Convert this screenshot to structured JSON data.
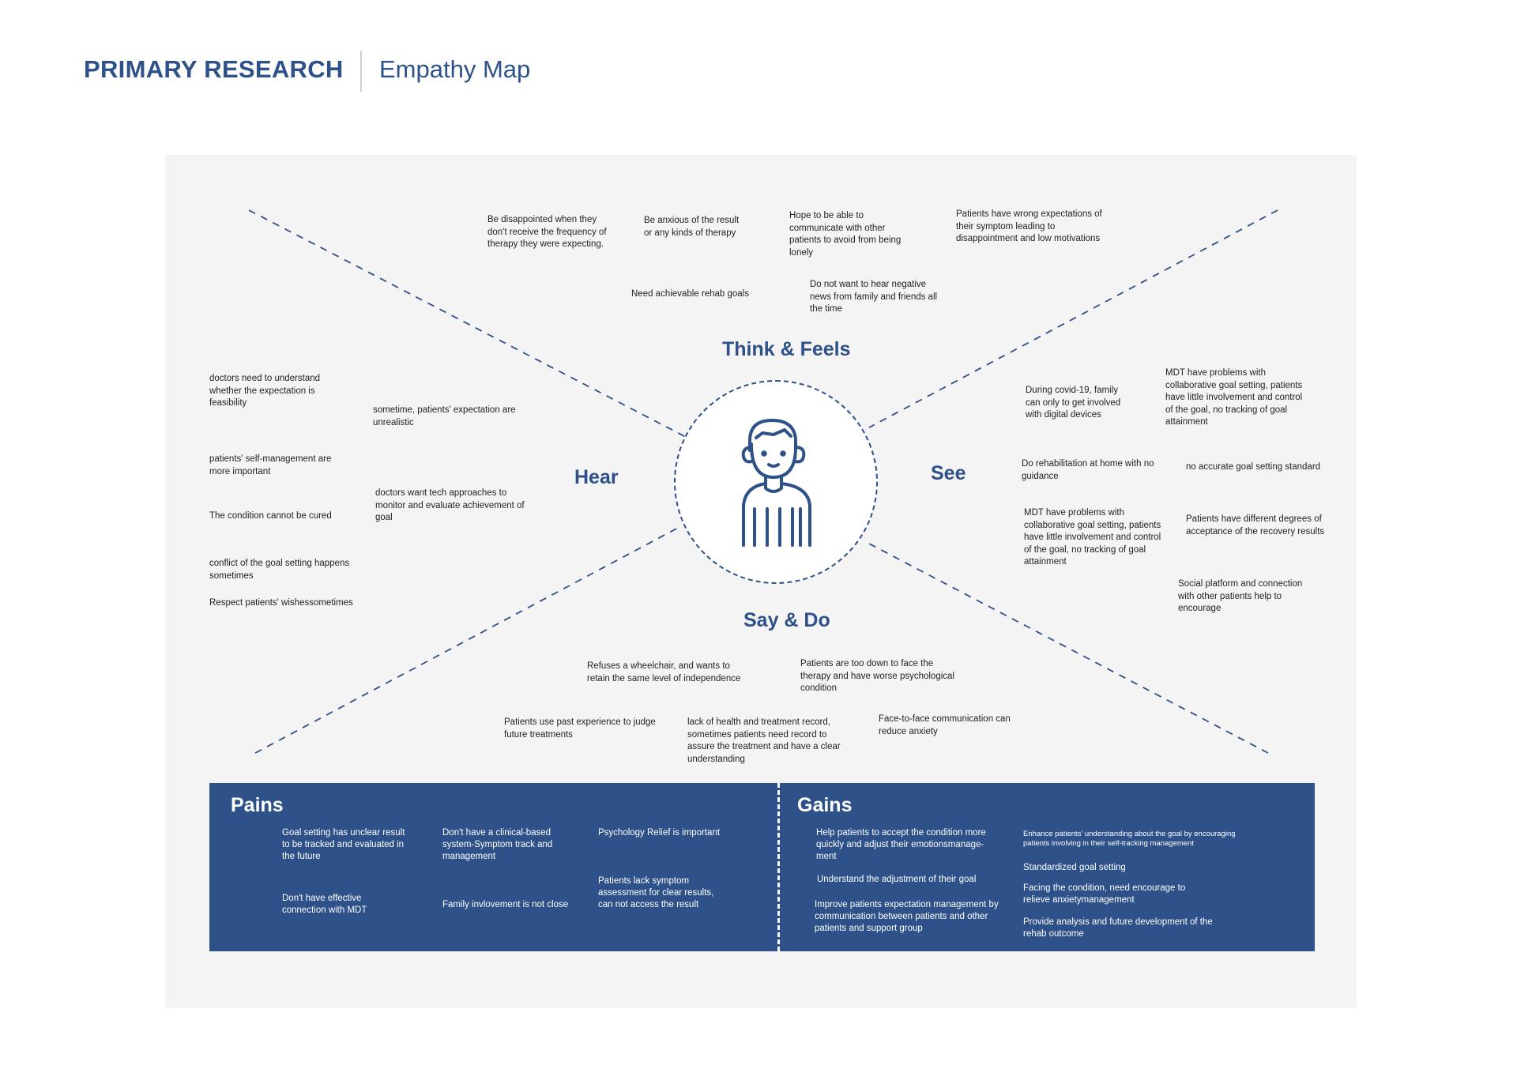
{
  "header": {
    "title": "PRIMARY RESEARCH",
    "subtitle": "Empathy Map"
  },
  "quadrants": {
    "think": "Think & Feels",
    "hear": "Hear",
    "see": "See",
    "say": "Say & Do"
  },
  "think_notes": [
    "Be disappointed when they don't receive the frequency of therapy they were expecting.",
    "Be anxious of the result or any kinds of therapy",
    "Hope to be able to communicate with other patients to avoid from being lonely",
    "Patients have wrong expectations of their symptom leading to disappointment and low motivations",
    "Need achievable rehab  goals",
    "Do not want to hear negative news from family and friends all the time"
  ],
  "hear_notes": [
    "doctors need to understand whether the expectation is feasibility",
    "sometime, patients' expectation are unrealistic",
    "patients' self-management are more important",
    "doctors want  tech approaches to monitor and evaluate achievement of goal",
    "The condition cannot be cured",
    "conflict of the goal setting happens sometimes",
    "Respect patients' wishessometimes"
  ],
  "see_notes": [
    "During covid-19, family can only to get involved with digital devices",
    "MDT have problems with collaborative goal setting, patients have little involvement and control of the goal, no tracking of goal attainment",
    "Do rehabilitation at home with no guidance",
    "no accurate goal setting standard",
    "MDT have problems with collaborative goal setting, patients have little involvement and control of the goal, no tracking of goal attainment",
    "Patients have different degrees of acceptance of the recovery results",
    "Social platform and connection with other patients help to encourage"
  ],
  "say_notes": [
    "Refuses a wheelchair, and wants to retain the same level of independence",
    "Patients are too down to face the therapy and have worse psychological condition",
    "Patients use past experience to judge future treatments",
    "lack of health and treatment record, sometimes patients need record to assure the treatment and have a clear understanding",
    "Face-to-face communication can reduce anxiety"
  ],
  "pains": {
    "heading": "Pains",
    "items": [
      "Goal setting has unclear result to be tracked and evaluated in the future",
      "Don't have a clinical-based system-Symptom track and management",
      "Psychology Relief is important",
      "Don't have effective connection with MDT",
      "Family invlovement is not  close",
      "Patients lack symptom assessment for clear results, can not access the result"
    ]
  },
  "gains": {
    "heading": "Gains",
    "items": [
      "Help patients to accept the condition more quickly and adjust their emotionsmanage-ment",
      "Understand the adjustment of their goal",
      "Improve patients expectation management by communication between patients and other patients and support group",
      "Enhance patients' understanding about the goal by encouraging patients involving in their self-tracking management",
      "Standardized goal setting",
      "Facing the condition, need encourage to relieve anxietymanagement",
      "Provide analysis and future development of the rehab outcome"
    ]
  },
  "colors": {
    "accent": "#2d5188",
    "board": "#f4f4f4"
  },
  "icons": {
    "persona": "person-icon"
  }
}
